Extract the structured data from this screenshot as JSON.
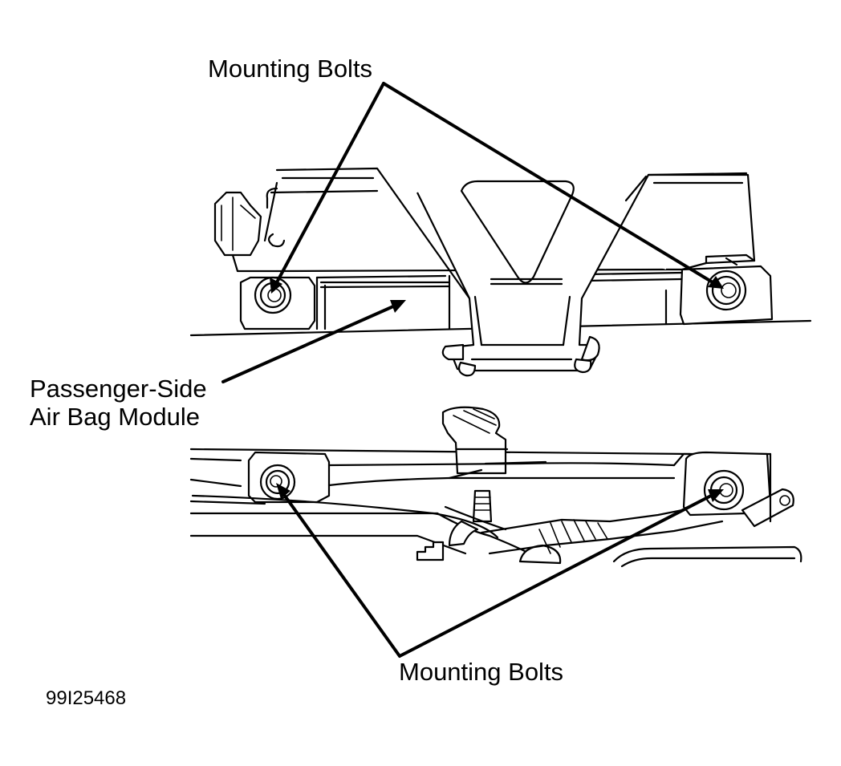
{
  "labels": {
    "top_bolts": "Mounting Bolts",
    "module_line1": "Passenger-Side",
    "module_line2": "Air Bag Module",
    "bottom_bolts": "Mounting Bolts"
  },
  "figure_id": "99I25468"
}
